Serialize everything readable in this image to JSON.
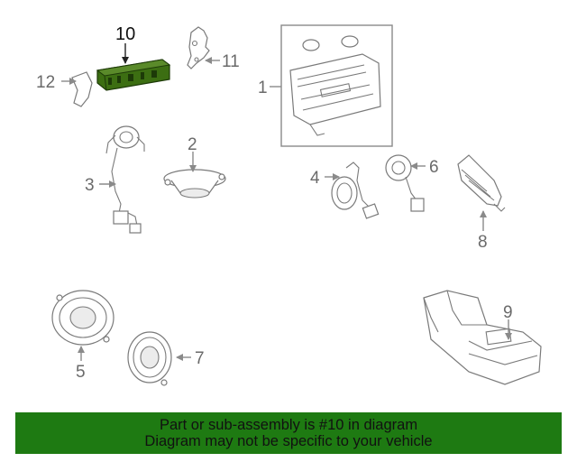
{
  "callouts": {
    "c1": "1",
    "c2": "2",
    "c3": "3",
    "c4": "4",
    "c5": "5",
    "c6": "6",
    "c7": "7",
    "c8": "8",
    "c9": "9",
    "c10": "10",
    "c11": "11",
    "c12": "12"
  },
  "highlight_color": "#3c6e12",
  "banner": {
    "line1": "Part or sub-assembly is #10 in diagram",
    "line2": "Diagram may not be specific to your vehicle",
    "background": "#1e7a12"
  }
}
